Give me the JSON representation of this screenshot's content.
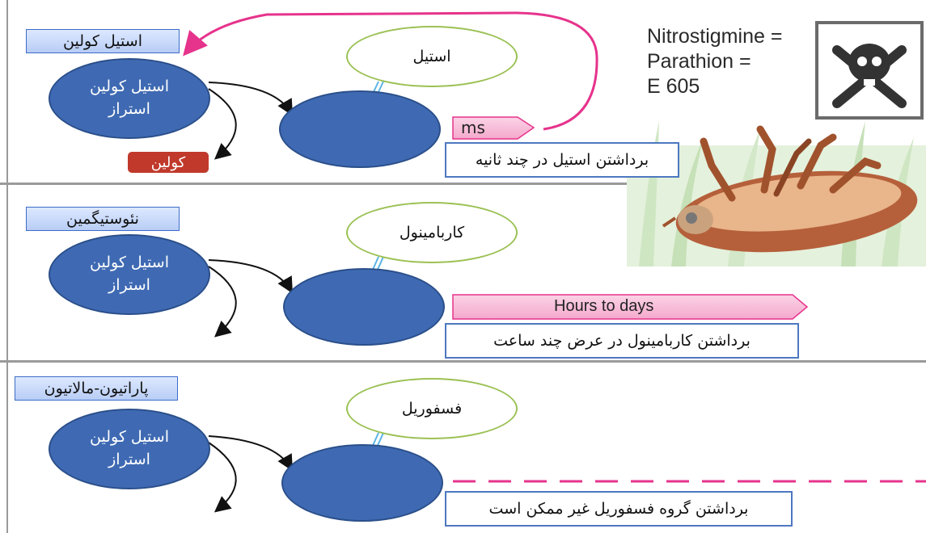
{
  "warning": {
    "line1": "Nitrostigmine =",
    "line2": "Parathion =",
    "line3": "E 605"
  },
  "panels": [
    {
      "inhibitor_label": "استیل کولین",
      "enzyme_line1": "استیل کولین",
      "enzyme_line2": "استراز",
      "substrate": "استیل",
      "product": "کولین",
      "arrow_label": "ms",
      "note": "برداشتن استیل در چند ثانیه"
    },
    {
      "inhibitor_label": "نئوستیگمین",
      "enzyme_line1": "استیل کولین",
      "enzyme_line2": "استراز",
      "substrate": "کاربامینول",
      "arrow_label": "Hours to days",
      "note": "برداشتن کاربامینول در عرض چند ساعت"
    },
    {
      "inhibitor_label": "پاراتیون-مالاتیون",
      "enzyme_line1": "استیل کولین",
      "enzyme_line2": "استراز",
      "substrate": "فسفوریل",
      "note": "برداشتن گروه فسفوریل غیر ممکن است"
    }
  ],
  "colors": {
    "enzyme": "#3f6ab3",
    "substrate_border": "#9bc154",
    "pink_arrow": "#e6338c",
    "choline_badge": "#c0392b",
    "label_border": "#3c6cc8"
  },
  "icons": [
    "skull-crossbones-icon",
    "beetle-illustration"
  ]
}
